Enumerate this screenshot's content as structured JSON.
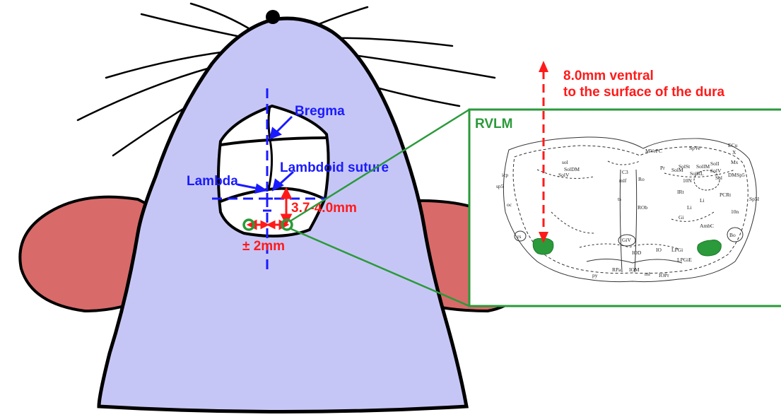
{
  "labels": {
    "bregma": "Bregma",
    "lambdoid_suture": "Lambdoid suture",
    "lambda": "Lambda",
    "ap_distance": "3.7-4.0mm",
    "ml_distance": "± 2mm",
    "dv_line1": "8.0mm ventral",
    "dv_line2": "to the surface of the dura",
    "inset_title": "RVLM"
  },
  "atlas_labels": {
    "MVePC": "MVePC",
    "SpVe": "SpVe",
    "ECu": "ECu",
    "X": "X",
    "Mx": "Mx",
    "DMSp5": "DMSp5",
    "SolI": "SolI",
    "SolM": "SolM",
    "SolIM": "SolIM",
    "SolV": "SolV",
    "SolRL": "SolRL",
    "SolDM": "SolDM",
    "sol": "sol",
    "SolSt": "SolSt",
    "ICs": "10N",
    "Pr": "Pr",
    "Ro": "Ro",
    "C3": "C3",
    "mlf": "mlf",
    "icp": "icp",
    "sp5": "sp5",
    "oc": "oc",
    "rs": "rs",
    "ts": "ts",
    "ROb": "ROb",
    "IRt": "IRt",
    "PCRt": "PCRt",
    "Sp5I": "Sp5I",
    "Li": "Li",
    "Gi": "Gi",
    "AmbC": "AmbC",
    "Bo": "Bo",
    "10n": "10n",
    "GiV": "GiV",
    "IOD": "IOD",
    "IO": "IO",
    "LPGi": "LPGi",
    "LPGiE": "LPGiE",
    "RPa": "RPa",
    "IOM": "IOM",
    "ml": "ml",
    "IOPr": "IOPr",
    "py": "py",
    "Sol": "Sol"
  },
  "colors": {
    "head": "#c6c6f6",
    "ear": "#d96a6a",
    "outline": "#000000",
    "blue_annotation": "#1a1aff",
    "red_annotation": "#ff1a1a",
    "green_annotation": "#2a9a3a"
  }
}
